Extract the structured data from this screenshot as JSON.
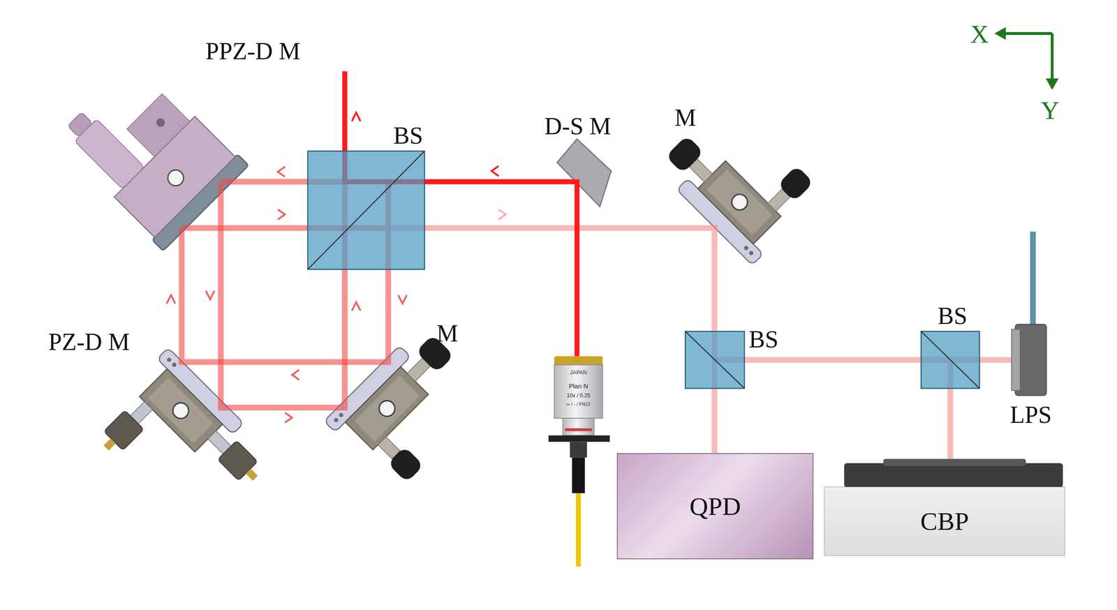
{
  "diagram": {
    "nodes": [
      {
        "text": [
          "QPD"
        ]
      },
      {
        "text": [
          "CBP"
        ]
      }
    ],
    "labels": [
      "PPZ-D M",
      "X",
      "Y",
      "D-S M",
      "M",
      "BS",
      "BS",
      "PZ-D M",
      "M",
      "BS",
      "JAPAN",
      "Plan N",
      "10x / 0.25",
      "∞ / - / FN22",
      "LPS"
    ]
  }
}
